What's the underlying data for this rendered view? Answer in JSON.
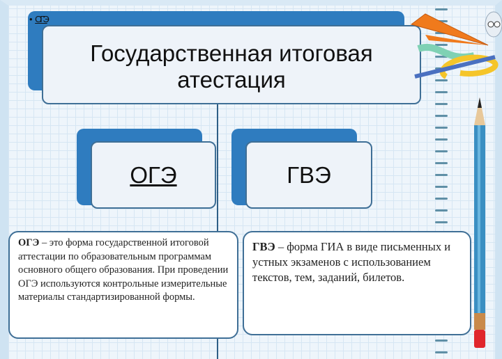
{
  "bullet_text": "ОГЭ",
  "title": "Государственная итоговая атестация",
  "boxes": [
    {
      "label": "ОГЭ"
    },
    {
      "label": "ГВЭ"
    }
  ],
  "descriptions": [
    {
      "term": "ОГЭ",
      "text": " – это форма государственной итоговой аттестации по образовательным программам основного общего образования. При проведении ОГЭ используются контрольные измерительные материалы стандартизированной формы."
    },
    {
      "term": "ГВЭ",
      "text": " – форма ГИА в виде письменных и устных экзаменов с использованием текстов, тем, заданий, билетов."
    }
  ],
  "colors": {
    "accent": "#2f7cbf",
    "border": "#3f6f96"
  }
}
